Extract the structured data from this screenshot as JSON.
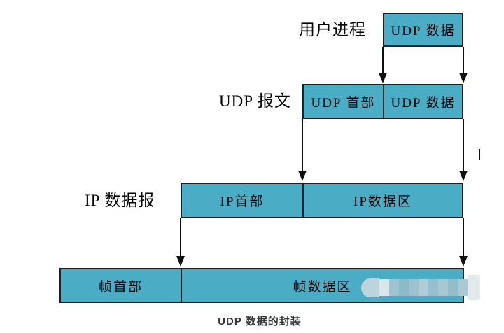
{
  "diagram": {
    "caption": "UDP 数据的封装",
    "row_labels": {
      "user_process": "用户进程",
      "udp_message": "UDP 报文",
      "ip_datagram": "IP 数据报"
    },
    "boxes": {
      "row1": {
        "cells": [
          {
            "label": "UDP 数据"
          }
        ]
      },
      "row2": {
        "cells": [
          {
            "label": "UDP 首部"
          },
          {
            "label": "UDP 数据"
          }
        ]
      },
      "row3": {
        "cells": [
          {
            "label": "IP首部"
          },
          {
            "label": "IP数据区"
          }
        ]
      },
      "row4": {
        "cells": [
          {
            "label": "帧首部"
          },
          {
            "label": "帧数据区"
          }
        ]
      }
    }
  },
  "colors": {
    "background": "#ffffff",
    "box_fill": "#4bacc6",
    "box_border": "#1c2126",
    "arrow": "#0f0f0f",
    "text": "#000000",
    "caption_text": "#35393d"
  },
  "watermark": {
    "squares": [
      "#bcd5dd",
      "#d9e6ea",
      "#9fc3cf",
      "#8cbac8",
      "#9cc2cf",
      "#aecdd8",
      "#95bfcc",
      "#a5c8d3",
      "#92bdca",
      "#a9c9d4",
      "#e2eaec"
    ]
  }
}
